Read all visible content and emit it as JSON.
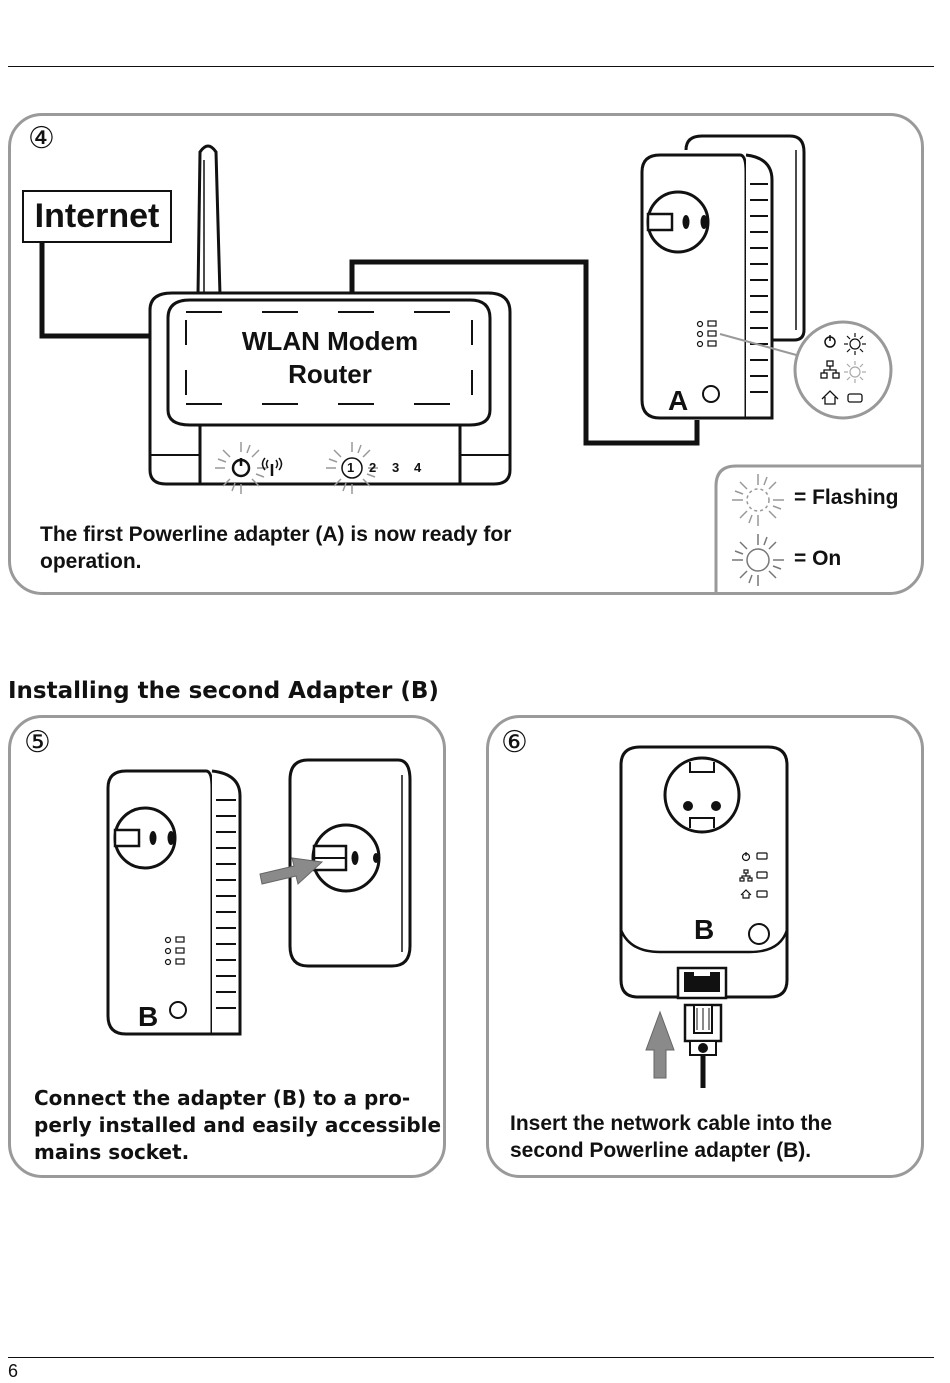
{
  "page_number": "6",
  "step4": {
    "number": "④",
    "internet_label": "Internet",
    "router_line1": "WLAN Modem",
    "router_line2": "Router",
    "router_ports": [
      "1",
      "2",
      "3",
      "4"
    ],
    "adapter_letter": "A",
    "caption_line1": "The first Powerline adapter (A) is now ready for",
    "caption_line2": "operation.",
    "legend": {
      "flashing": "= Flashing",
      "on": "= On"
    }
  },
  "section_title": "Installing the second Adapter (B)",
  "step5": {
    "number": "⑤",
    "adapter_letter": "B",
    "caption_line1": "Connect the adapter (B) to a pro-",
    "caption_line2": "perly installed and easily accessible",
    "caption_line3": "mains socket."
  },
  "step6": {
    "number": "⑥",
    "adapter_letter": "B",
    "caption_line1": "Insert the network cable into the",
    "caption_line2": "second Powerline adapter (B)."
  },
  "icons": [
    "power-icon",
    "network-icon",
    "home-icon",
    "wlan-icon",
    "flashing-led-icon",
    "on-led-icon",
    "arrow-icon",
    "rj45-plug-icon"
  ]
}
